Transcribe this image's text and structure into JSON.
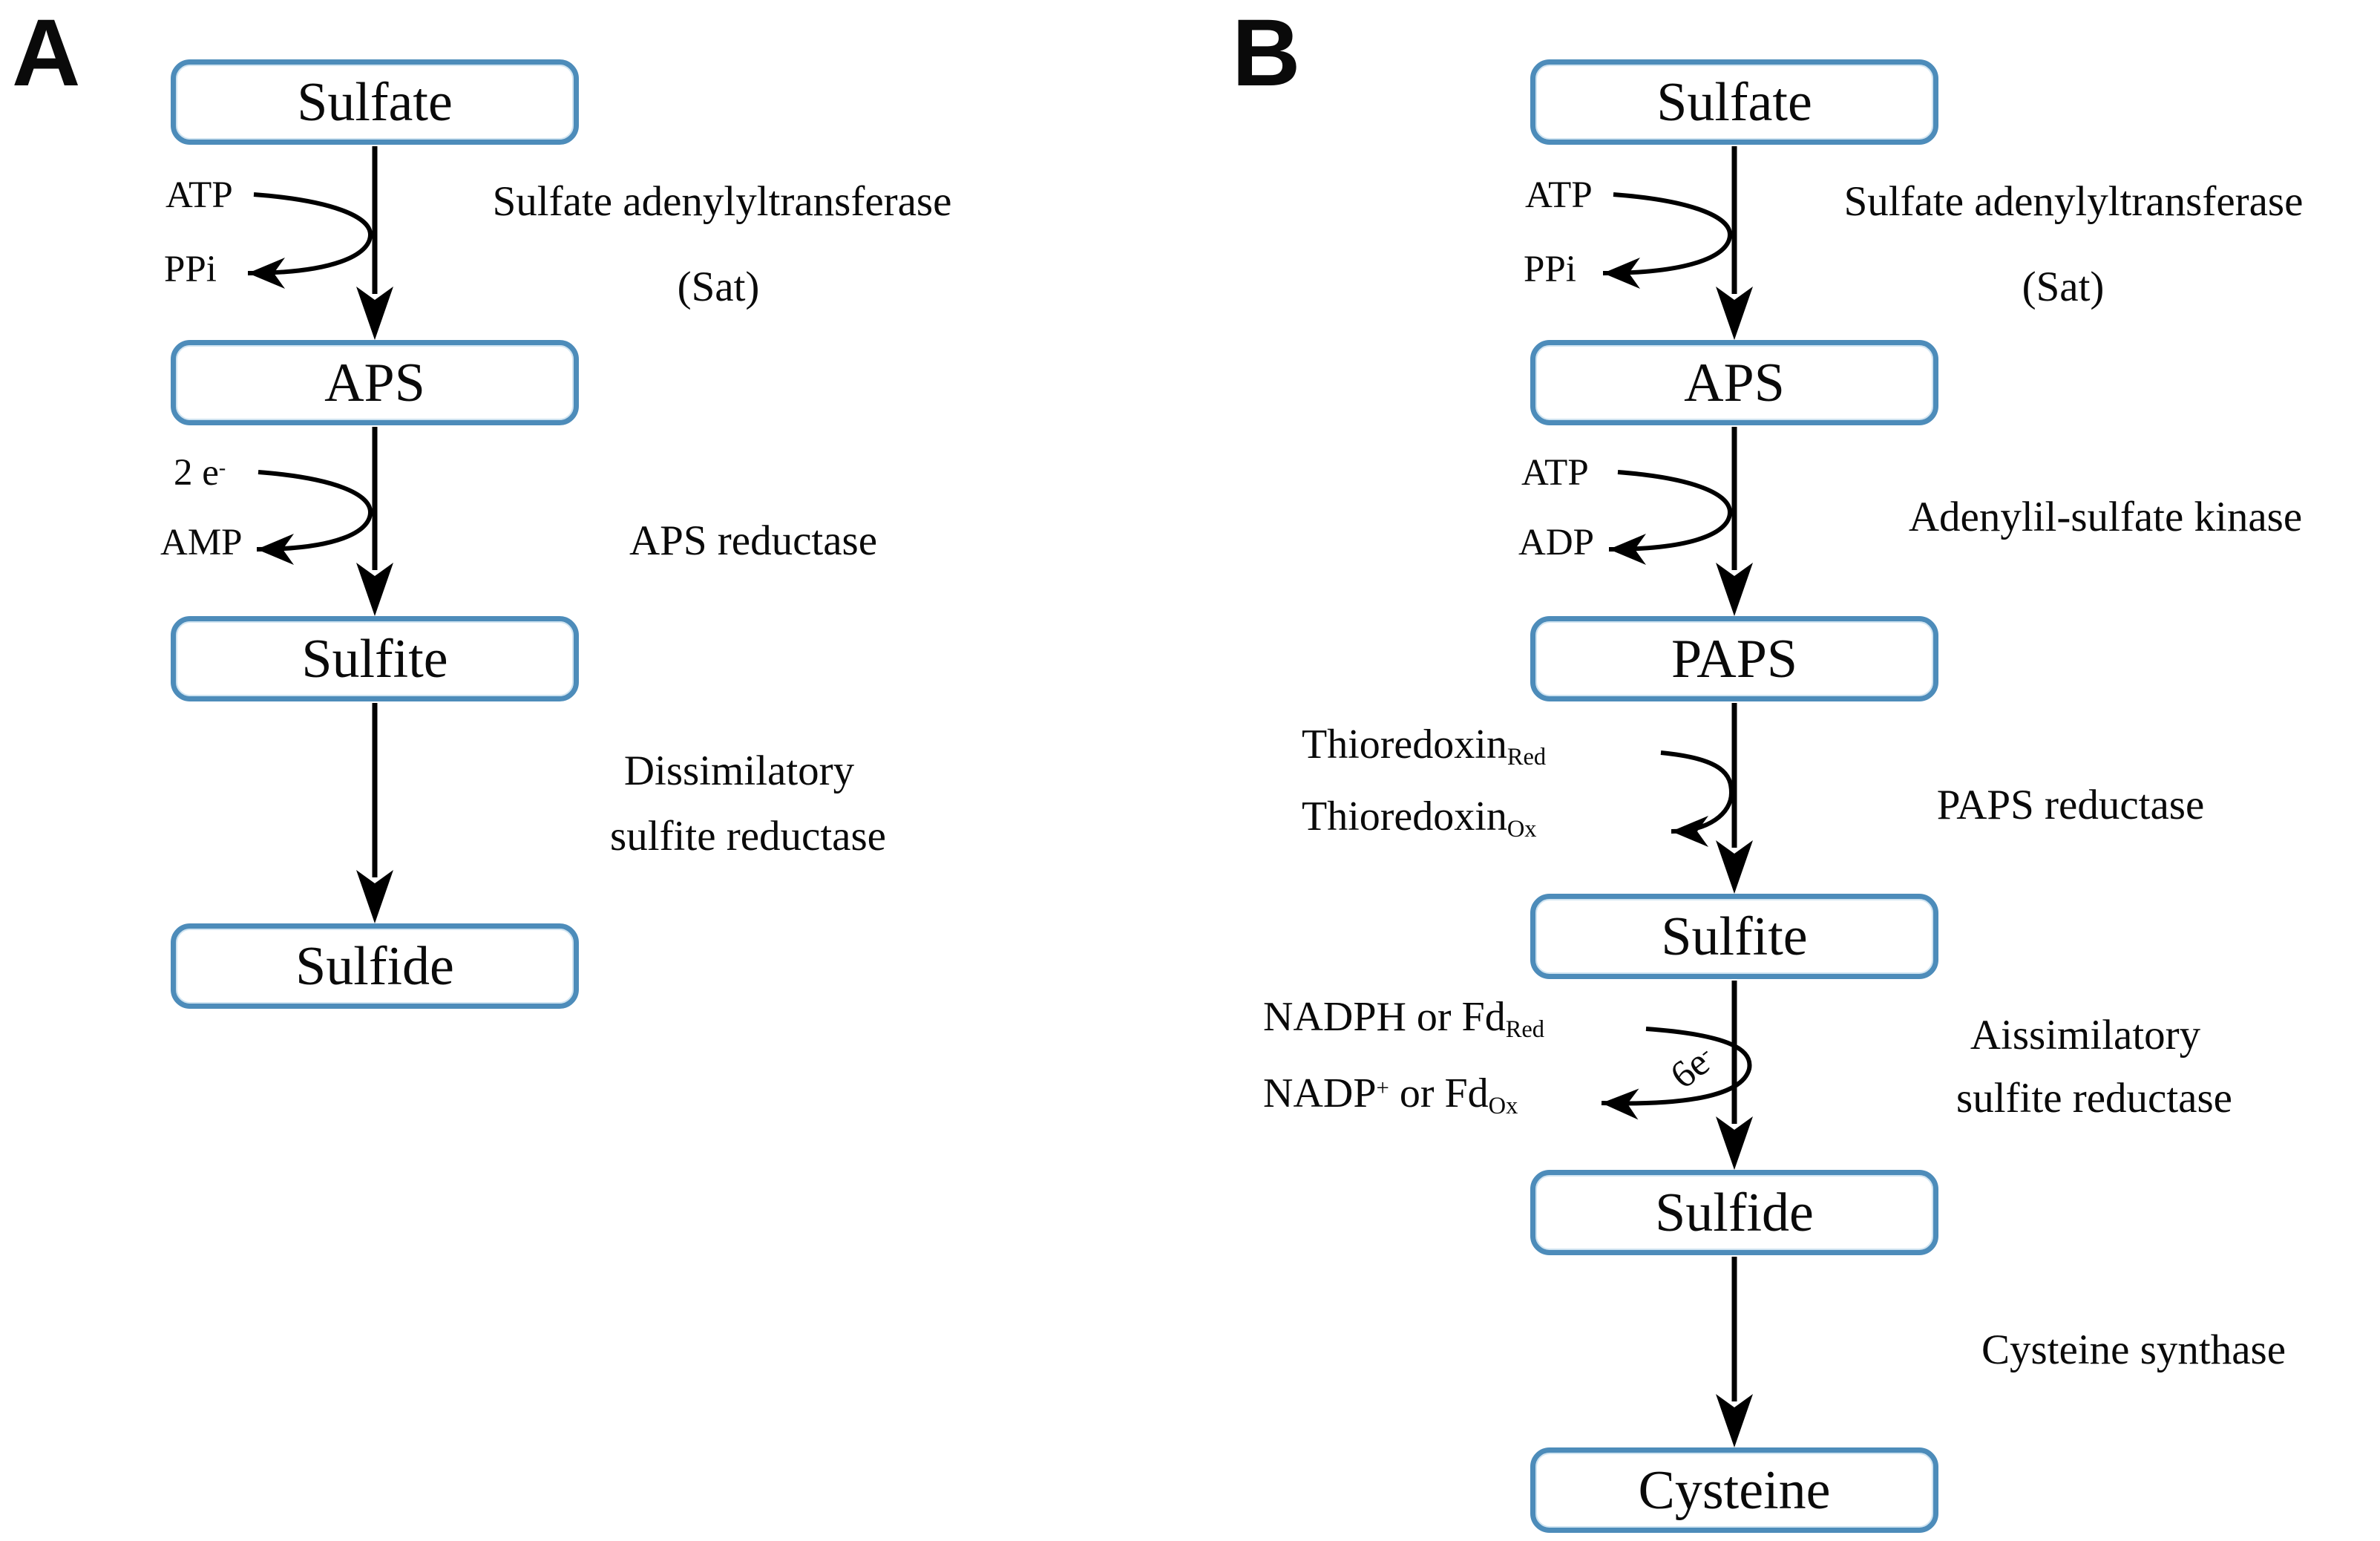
{
  "figure": {
    "description_colors": {
      "box_border": "#4d8cba",
      "arrow": "#000000",
      "text": "#0a0a0a"
    }
  },
  "panel_a": {
    "label": "A",
    "nodes": {
      "sulfate": "Sulfate",
      "aps": "APS",
      "sulfite": "Sulfite",
      "sulfide": "Sulfide"
    },
    "step1": {
      "enzyme_line1": "Sulfate adenylyltransferase",
      "enzyme_line2": "(Sat)",
      "cofactor_in": "ATP",
      "cofactor_out": "PPi"
    },
    "step2": {
      "enzyme": "APS reductase",
      "cofactor_in_base": "2 e",
      "cofactor_in_sup": "-",
      "cofactor_out": "AMP"
    },
    "step3": {
      "enzyme_line1": "Dissimilatory",
      "enzyme_line2": "sulfite reductase"
    }
  },
  "panel_b": {
    "label": "B",
    "nodes": {
      "sulfate": "Sulfate",
      "aps": "APS",
      "paps": "PAPS",
      "sulfite": "Sulfite",
      "sulfide": "Sulfide",
      "cysteine": "Cysteine"
    },
    "step1": {
      "enzyme_line1": "Sulfate adenylyltransferase",
      "enzyme_line2": "(Sat)",
      "cofactor_in": "ATP",
      "cofactor_out": "PPi"
    },
    "step2": {
      "enzyme": "Adenylil-sulfate kinase",
      "cofactor_in": "ATP",
      "cofactor_out": "ADP"
    },
    "step3": {
      "enzyme": "PAPS reductase",
      "cofactor_in_base": "Thioredoxin",
      "cofactor_in_sub": "Red",
      "cofactor_out_base": "Thioredoxin",
      "cofactor_out_sub": "Ox"
    },
    "step4": {
      "enzyme_line1": "Aissimilatory",
      "enzyme_line2": "sulfite reductase",
      "cofactor_in_base": "NADPH or Fd",
      "cofactor_in_sub": "Red",
      "cofactor_out_base1": "NADP",
      "cofactor_out_sup": "+",
      "cofactor_out_base2": " or Fd",
      "cofactor_out_sub": "Ox",
      "electrons_base": "6e",
      "electrons_sup": "-"
    },
    "step5": {
      "enzyme": "Cysteine synthase"
    }
  }
}
